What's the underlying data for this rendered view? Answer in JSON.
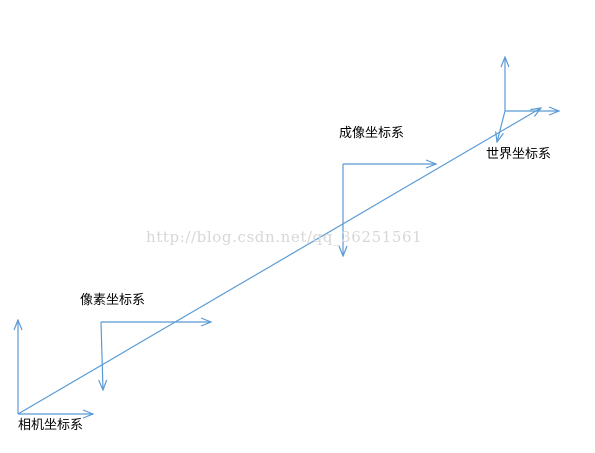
{
  "diagram": {
    "line_color": "#5b9bd5",
    "labels": {
      "camera": "相机坐标系",
      "pixel": "像素坐标系",
      "image": "成像坐标系",
      "world": "世界坐标系"
    },
    "watermark": "http://blog.csdn.net/qq_36251561"
  }
}
